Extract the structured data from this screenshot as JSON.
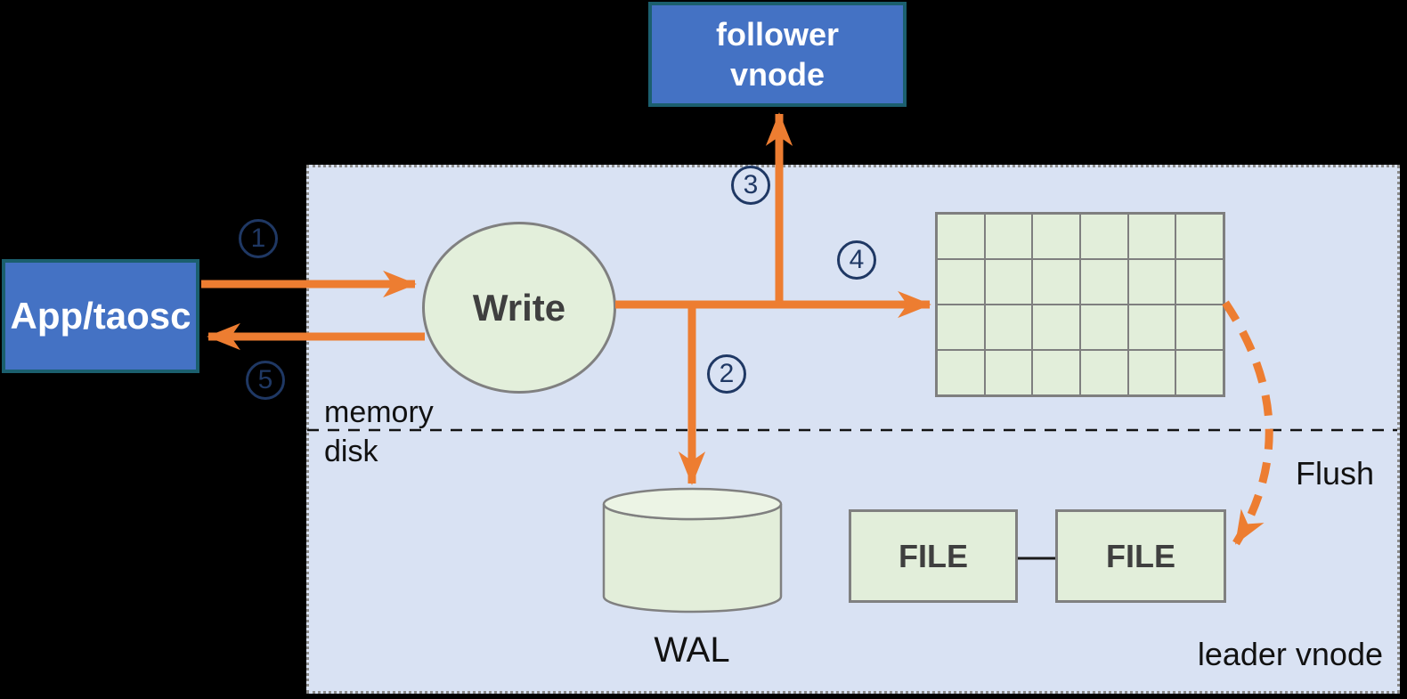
{
  "colors": {
    "accent_orange": "#ED7D31",
    "node_blue": "#4472C4",
    "node_blue_border": "#1B5F6E",
    "shape_green": "#E3EEDA",
    "panel_lavender": "#D9E2F3",
    "step_navy": "#1F3864",
    "background": "#000000"
  },
  "nodes": {
    "app": {
      "label": "App/taosc"
    },
    "follower_vnode": {
      "line1": "follower",
      "line2": "vnode"
    },
    "write": {
      "label": "Write"
    },
    "wal": {
      "label": "WAL"
    },
    "file_left": {
      "label": "FILE"
    },
    "file_right": {
      "label": "FILE"
    }
  },
  "labels": {
    "memory": "memory",
    "disk": "disk",
    "flush": "Flush",
    "leader_vnode": "leader vnode"
  },
  "steps": {
    "s1": "1",
    "s2": "2",
    "s3": "3",
    "s4": "4",
    "s5": "5"
  },
  "grid": {
    "rows": 4,
    "cols": 6
  }
}
